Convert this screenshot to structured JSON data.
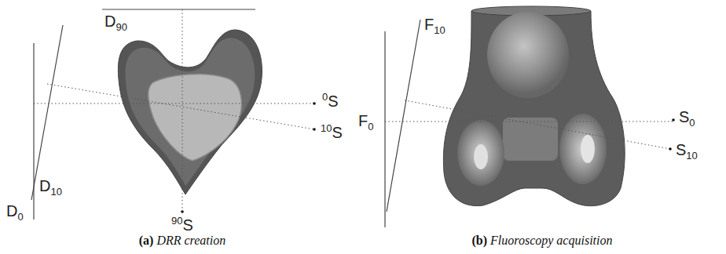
{
  "diagram": {
    "labels": [
      "D90",
      "D0",
      "D10",
      "0S",
      "10S",
      "90S",
      "F10",
      "F0",
      "S0",
      "S10",
      "(a) DRR creation",
      "(b) Fluoroscopy acquisition"
    ]
  }
}
